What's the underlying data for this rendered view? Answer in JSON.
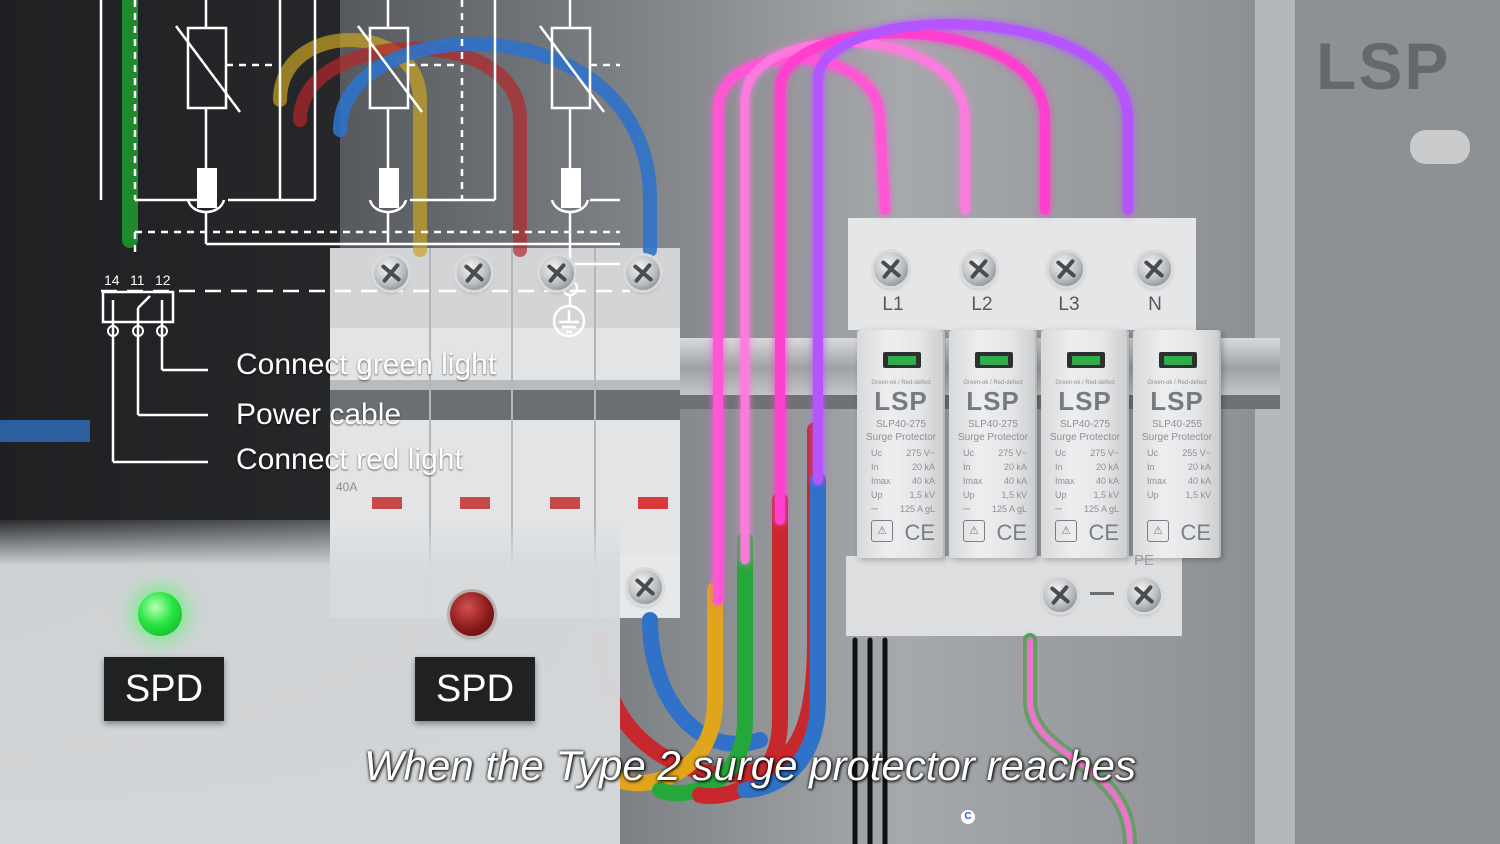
{
  "brand_logo": "LSP",
  "schematic": {
    "terminal_numbers": [
      "14",
      "11",
      "12"
    ],
    "legend": [
      "Connect green light",
      "Power cable",
      "Connect red light"
    ]
  },
  "breaker": {
    "rating": "40A"
  },
  "spd_modules": [
    {
      "label": "L1",
      "status": "Green-ok / Red-defect",
      "brand": "LSP",
      "model": "SLP40-275",
      "desc": "Surge Protector",
      "uc": "275 V~",
      "in": "20 kA",
      "imax": "40 kA",
      "up": "1,5 kV",
      "fuse": "125 A gL"
    },
    {
      "label": "L2",
      "status": "Green-ok / Red-defect",
      "brand": "LSP",
      "model": "SLP40-275",
      "desc": "Surge Protector",
      "uc": "275 V~",
      "in": "20 kA",
      "imax": "40 kA",
      "up": "1,5 kV",
      "fuse": "125 A gL"
    },
    {
      "label": "L3",
      "status": "Green-ok / Red-defect",
      "brand": "LSP",
      "model": "SLP40-275",
      "desc": "Surge Protector",
      "uc": "275 V~",
      "in": "20 kA",
      "imax": "40 kA",
      "up": "1,5 kV",
      "fuse": "125 A gL"
    },
    {
      "label": "N",
      "status": "Green-ok / Red-defect",
      "brand": "LSP",
      "model": "SLP40-255",
      "desc": "Surge Protector",
      "uc": "255 V~",
      "in": "20 kA",
      "imax": "40 kA",
      "up": "1,5 kV",
      "fuse": ""
    }
  ],
  "spec_keys": {
    "uc": "Uc",
    "in": "In",
    "imax": "Imax",
    "up": "Up"
  },
  "ce_mark": "CE",
  "pe_label": "PE",
  "indicators": {
    "green_tag": "SPD",
    "red_tag": "SPD"
  },
  "subtitle": "When the Type 2 surge protector reaches",
  "corner_badge": "C",
  "colors": {
    "green_lamp": "#27e63f",
    "red_lamp": "#8b1a1a",
    "glow_pink": "#ff4fd8",
    "glow_purple": "#b04cff"
  }
}
